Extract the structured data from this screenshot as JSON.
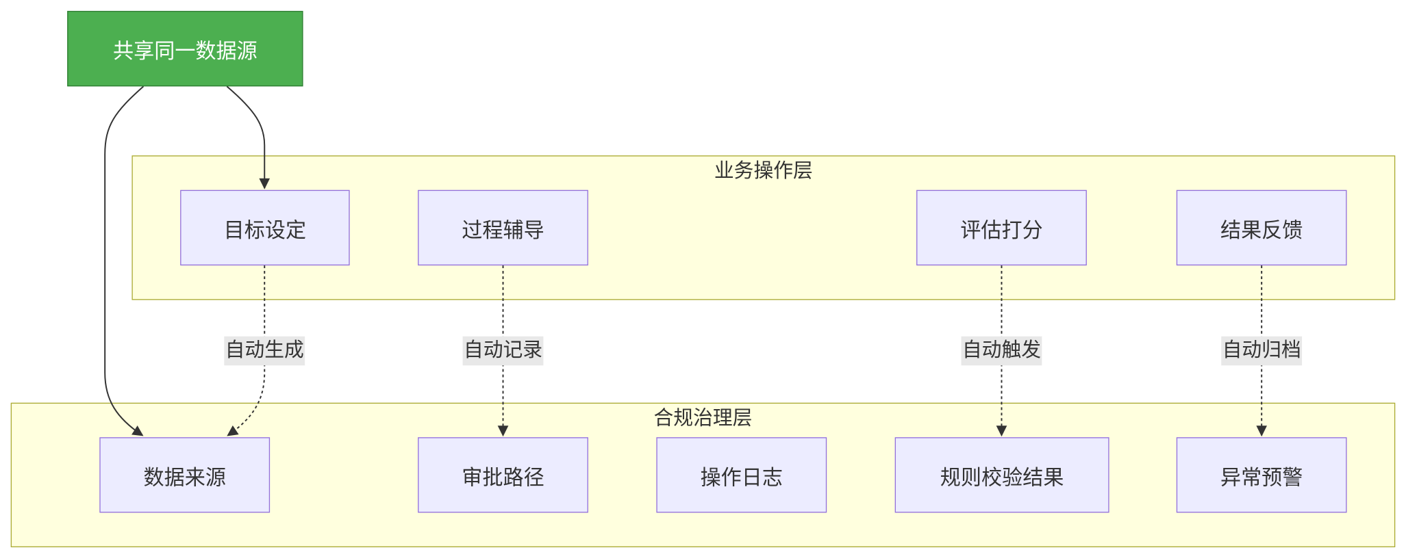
{
  "colors": {
    "source_fill": "#4caf50",
    "source_text": "#ffffff",
    "node_fill": "#ececff",
    "node_border": "#9370db",
    "cluster_fill": "#ffffde",
    "cluster_border": "#aaaa33",
    "edge": "#333333",
    "label_bg": "#e8e8e8"
  },
  "source": {
    "label": "共享同一数据源"
  },
  "business_layer": {
    "title": "业务操作层",
    "nodes": [
      "目标设定",
      "过程辅导",
      "评估打分",
      "结果反馈"
    ]
  },
  "compliance_layer": {
    "title": "合规治理层",
    "nodes": [
      "数据来源",
      "审批路径",
      "操作日志",
      "规则校验结果",
      "异常预警"
    ]
  },
  "edges": {
    "labels": [
      "自动生成",
      "自动记录",
      "自动触发",
      "自动归档"
    ]
  }
}
